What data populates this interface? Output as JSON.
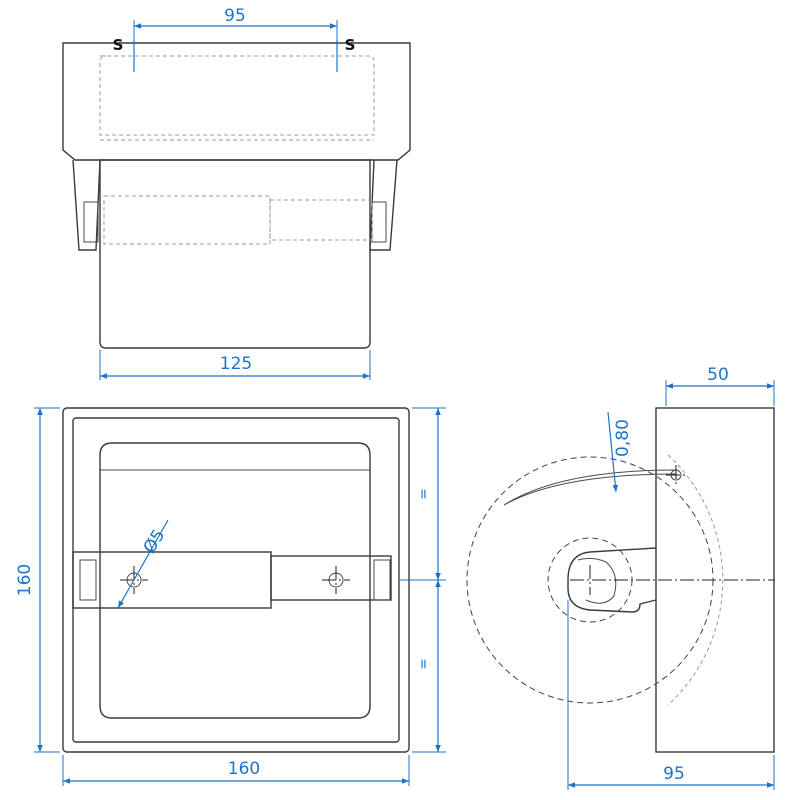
{
  "drawing": {
    "top_view": {
      "dim_width_top": "95",
      "dim_width_bottom": "125",
      "marker_left": "S",
      "marker_right": "S"
    },
    "front_view": {
      "dim_height": "160",
      "dim_width": "160",
      "dim_hole": "Ø5",
      "equal_upper": "=",
      "equal_lower": "="
    },
    "side_view": {
      "dim_depth": "50",
      "dim_roll": "95",
      "dim_paper": "0,80"
    }
  }
}
